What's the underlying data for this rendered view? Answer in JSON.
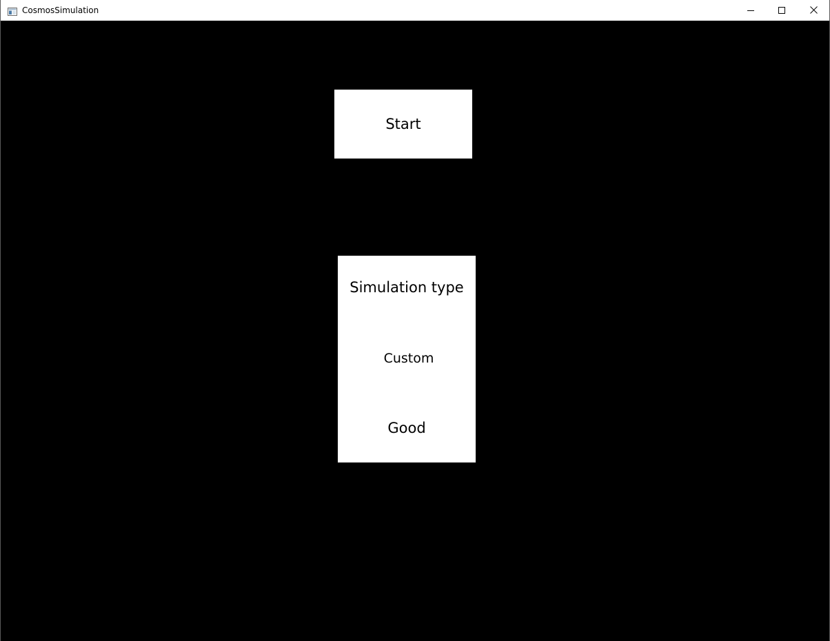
{
  "window": {
    "title": "CosmosSimulation",
    "icon": "app-window-icon",
    "controls": {
      "minimize_icon": "minimize-icon",
      "maximize_icon": "maximize-icon",
      "close_icon": "close-icon"
    }
  },
  "main": {
    "start_label": "Start",
    "simulation": {
      "title": "Simulation type",
      "options": [
        "Custom",
        "Good"
      ]
    }
  },
  "colors": {
    "background": "#000000",
    "panel": "#ffffff",
    "text": "#000000"
  }
}
